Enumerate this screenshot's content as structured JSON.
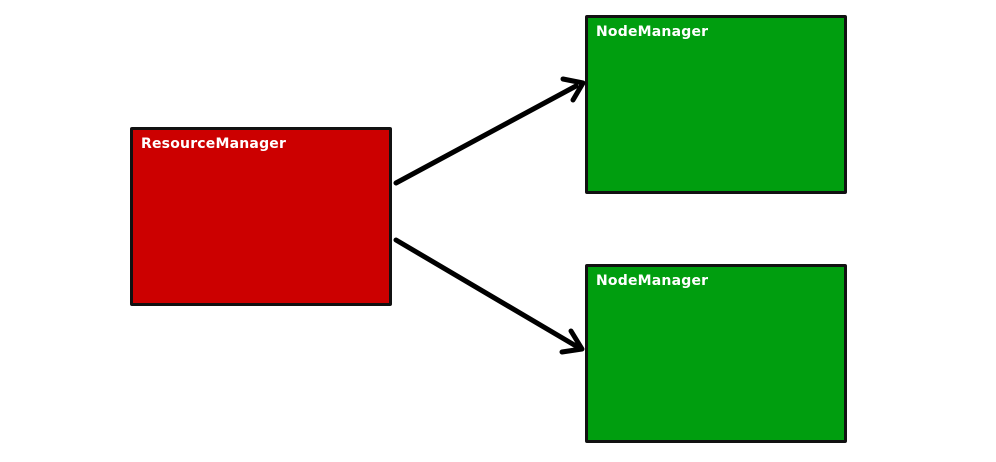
{
  "nodes": {
    "resource_manager": {
      "label": "ResourceManager",
      "color": "#cc0000"
    },
    "node_manager_top": {
      "label": "NodeManager",
      "color": "#009e0f"
    },
    "node_manager_bottom": {
      "label": "NodeManager",
      "color": "#009e0f"
    }
  },
  "edges": [
    {
      "from": "ResourceManager",
      "to": "NodeManager (top)"
    },
    {
      "from": "ResourceManager",
      "to": "NodeManager (bottom)"
    }
  ],
  "colors": {
    "border": "#111111",
    "arrow": "#000000",
    "label_text": "#ffffff"
  }
}
